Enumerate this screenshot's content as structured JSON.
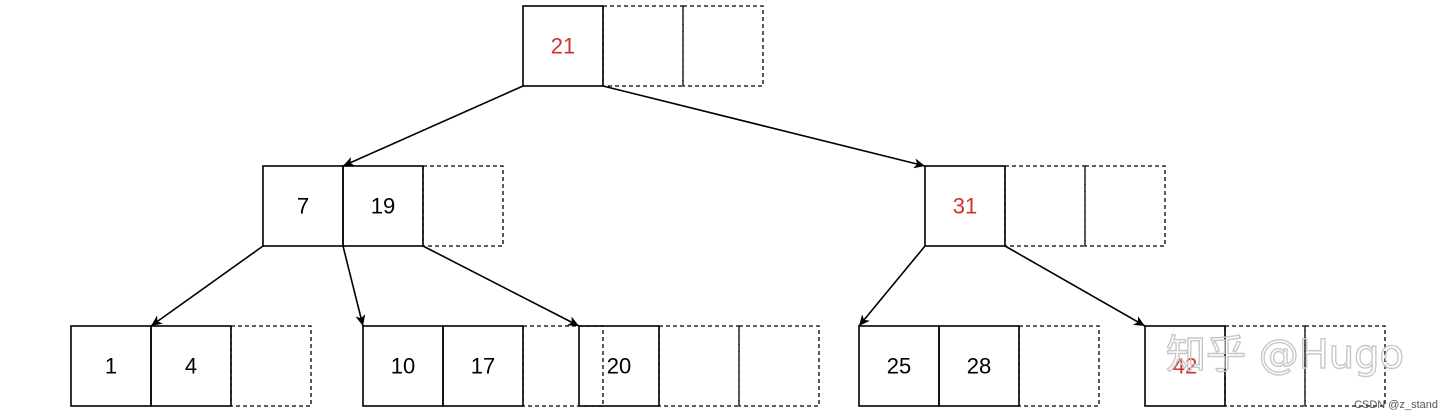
{
  "colors": {
    "stroke": "#000000",
    "key": "#000000",
    "highlight_key": "#d0312d",
    "watermark": "#c8c8c8",
    "credit": "#555555"
  },
  "nodes": [
    {
      "id": "root",
      "keys": [
        "21"
      ],
      "highlight": true
    },
    {
      "id": "left",
      "keys": [
        "7",
        "19"
      ],
      "highlight": false
    },
    {
      "id": "right",
      "keys": [
        "31"
      ],
      "highlight": true
    },
    {
      "id": "leaf1",
      "keys": [
        "1",
        "4"
      ],
      "highlight": false
    },
    {
      "id": "leaf2",
      "keys": [
        "10",
        "17"
      ],
      "highlight": false
    },
    {
      "id": "leaf3",
      "keys": [
        "20"
      ],
      "highlight": false
    },
    {
      "id": "leaf4",
      "keys": [
        "25",
        "28"
      ],
      "highlight": false
    },
    {
      "id": "leaf5",
      "keys": [
        "42"
      ],
      "highlight": true
    }
  ],
  "edges": [
    {
      "from": "root",
      "to": "left"
    },
    {
      "from": "root",
      "to": "right"
    },
    {
      "from": "left",
      "to": "leaf1"
    },
    {
      "from": "left",
      "to": "leaf2"
    },
    {
      "from": "left",
      "to": "leaf3"
    },
    {
      "from": "right",
      "to": "leaf4"
    },
    {
      "from": "right",
      "to": "leaf5"
    }
  ],
  "watermark": "知乎 @Hugo",
  "credit": "CSDN @z_stand"
}
